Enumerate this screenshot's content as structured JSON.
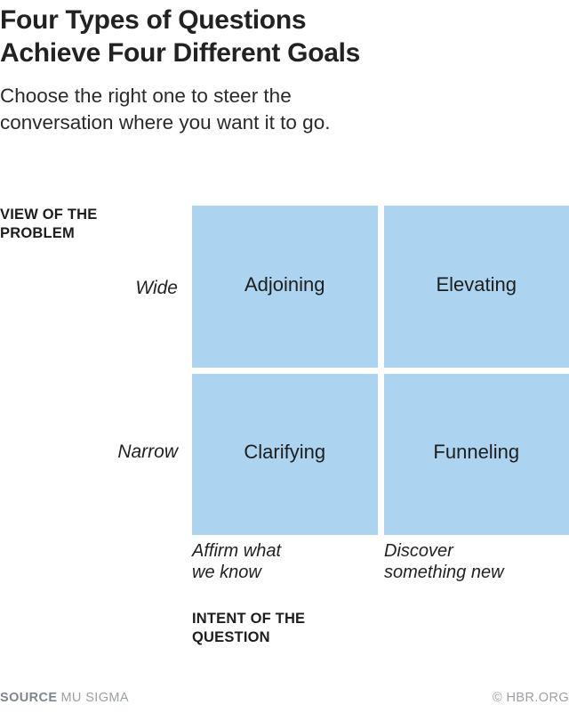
{
  "header": {
    "title": "Four Types of Questions\nAchieve Four Different Goals",
    "subtitle": "Choose the right one to steer the\nconversation where you want it to go."
  },
  "chart_data": {
    "type": "table",
    "title": "Four Types of Questions Achieve Four Different Goals",
    "subtitle": "Choose the right one to steer the conversation where you want it to go.",
    "ylabel": "VIEW OF THE\nPROBLEM",
    "xlabel": "INTENT OF THE\nQUESTION",
    "y_categories": [
      "Wide",
      "Narrow"
    ],
    "x_categories": [
      "Affirm what\nwe know",
      "Discover\nsomething new"
    ],
    "cells": [
      {
        "row": "Wide",
        "column": "Affirm what we know",
        "label": "Adjoining"
      },
      {
        "row": "Wide",
        "column": "Discover something new",
        "label": "Elevating"
      },
      {
        "row": "Narrow",
        "column": "Affirm what we know",
        "label": "Clarifying"
      },
      {
        "row": "Narrow",
        "column": "Discover something new",
        "label": "Funneling"
      }
    ],
    "cell_color": "#ACD3F0",
    "grid": false,
    "legend": "none"
  },
  "matrix": {
    "y_axis_title": "VIEW OF THE\nPROBLEM",
    "x_axis_title": "INTENT OF THE\nQUESTION",
    "y_ticks": [
      "Wide",
      "Narrow"
    ],
    "x_ticks": [
      "Affirm what\nwe know",
      "Discover\nsomething new"
    ],
    "cells": [
      "Adjoining",
      "Elevating",
      "Clarifying",
      "Funneling"
    ]
  },
  "footer": {
    "source_label": "SOURCE",
    "source_value": "MU SIGMA",
    "copyright": "© HBR.ORG"
  }
}
